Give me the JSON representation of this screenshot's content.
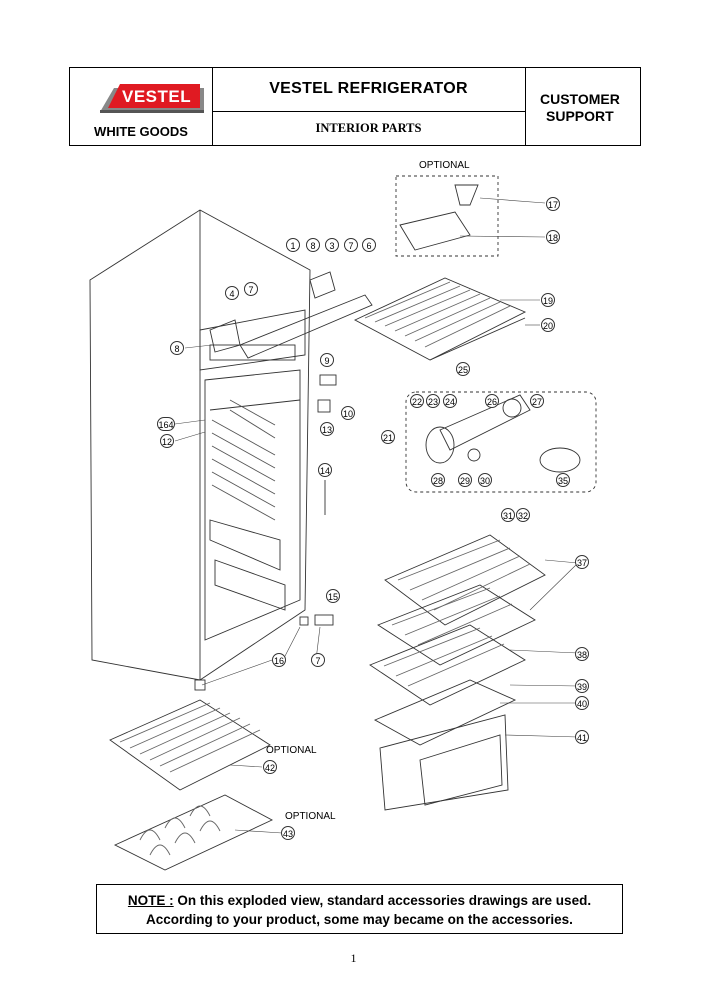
{
  "header": {
    "brand": "VESTEL",
    "division": "WHITE GOODS",
    "title": "VESTEL  REFRIGERATOR",
    "subtitle": "INTERIOR PARTS",
    "support_line1": "CUSTOMER",
    "support_line2": "SUPPORT"
  },
  "diagram": {
    "optional_labels": [
      "OPTIONAL",
      "OPTIONAL",
      "OPTIONAL"
    ],
    "callouts": [
      "1",
      "8",
      "3",
      "7",
      "6",
      "4",
      "7",
      "8",
      "9",
      "10",
      "13",
      "164",
      "12",
      "14",
      "15",
      "16",
      "7",
      "17",
      "18",
      "19",
      "20",
      "25",
      "22",
      "23",
      "24",
      "26",
      "27",
      "21",
      "28",
      "29",
      "30",
      "35",
      "31",
      "32",
      "37",
      "38",
      "39",
      "40",
      "41",
      "42",
      "43"
    ]
  },
  "note": {
    "label": "NOTE :",
    "line1_rest": " On this exploded view, standard accessories drawings are used.",
    "line2": "According to your product, some may became on the accessories."
  },
  "page_number": "1"
}
